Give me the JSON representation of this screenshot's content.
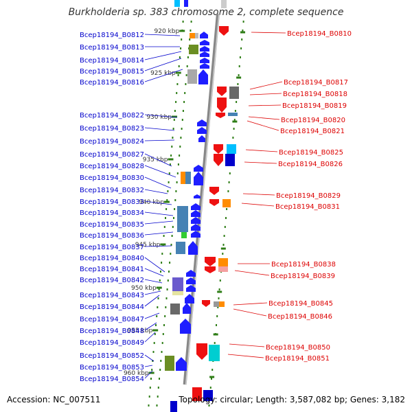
{
  "title": "Burkholderia sp. 383 chromosome 2, complete sequence",
  "accession_text": "Accession: NC_007511",
  "topology_text": "Topology: circular; Length: 3,587,082 bp; Genes: 3,182",
  "colors": {
    "axis": "#999999",
    "left_label": "#0000cc",
    "right_label": "#dd0000",
    "forward_gene": "#1e1eff",
    "reverse_gene": "#ee1111",
    "tick": "#2e7d16"
  },
  "kbp_ticks": [
    "920 kbp",
    "925 kbp",
    "930 kbp",
    "935 kbp",
    "940 kbp",
    "945 kbp",
    "950 kbp",
    "955 kbp",
    "960 kbp"
  ],
  "left_genes": [
    "Bcep18194_B0812",
    "Bcep18194_B0813",
    "Bcep18194_B0814",
    "Bcep18194_B0815",
    "Bcep18194_B0816",
    "Bcep18194_B0822",
    "Bcep18194_B0823",
    "Bcep18194_B0824",
    "Bcep18194_B0827",
    "Bcep18194_B0828",
    "Bcep18194_B0830",
    "Bcep18194_B0832",
    "Bcep18194_B0833",
    "Bcep18194_B0834",
    "Bcep18194_B0835",
    "Bcep18194_B0836",
    "Bcep18194_B0837",
    "Bcep18194_B0840",
    "Bcep18194_B0841",
    "Bcep18194_B0842",
    "Bcep18194_B0843",
    "Bcep18194_B0844",
    "Bcep18194_B0847",
    "Bcep18194_B0848",
    "Bcep18194_B0849",
    "Bcep18194_B0852",
    "Bcep18194_B0853",
    "Bcep18194_B0854"
  ],
  "right_genes": [
    "Bcep18194_B0810",
    "Bcep18194_B0817",
    "Bcep18194_B0818",
    "Bcep18194_B0819",
    "Bcep18194_B0820",
    "Bcep18194_B0821",
    "Bcep18194_B0825",
    "Bcep18194_B0826",
    "Bcep18194_B0829",
    "Bcep18194_B0831",
    "Bcep18194_B0838",
    "Bcep18194_B0839",
    "Bcep18194_B0845",
    "Bcep18194_B0846",
    "Bcep18194_B0850",
    "Bcep18194_B0851"
  ]
}
